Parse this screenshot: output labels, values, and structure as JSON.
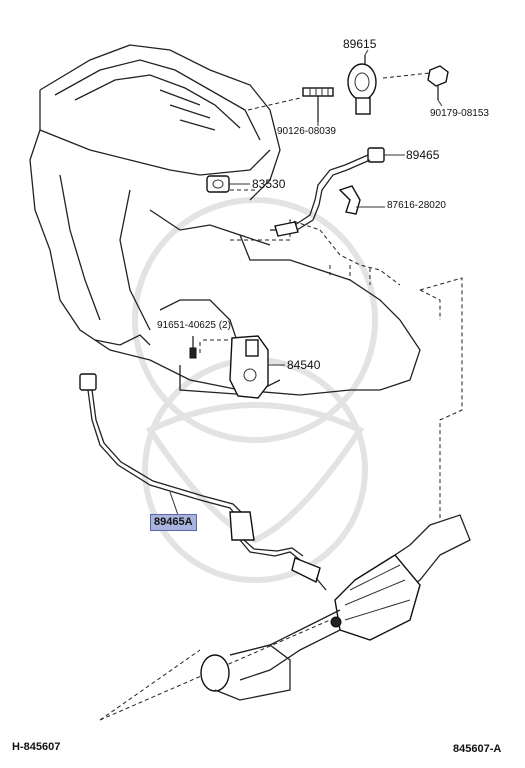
{
  "parts": {
    "knock_sensor": "89615",
    "knock_sensor_nut": "90179-08153",
    "knock_sensor_stud": "90126-08039",
    "upper_oxygen_sensor": "89465",
    "clamp": "87616-28020",
    "oil_pressure_switch": "83530",
    "bolt": "91651-40625 (2)",
    "neutral_start_switch": "84540",
    "lower_oxygen_sensor": "89465A"
  },
  "footer": {
    "left_ref": "H-845607",
    "right_ref": "845607-A"
  },
  "colors": {
    "highlight": "#a9b4dc",
    "line": "#222222"
  }
}
